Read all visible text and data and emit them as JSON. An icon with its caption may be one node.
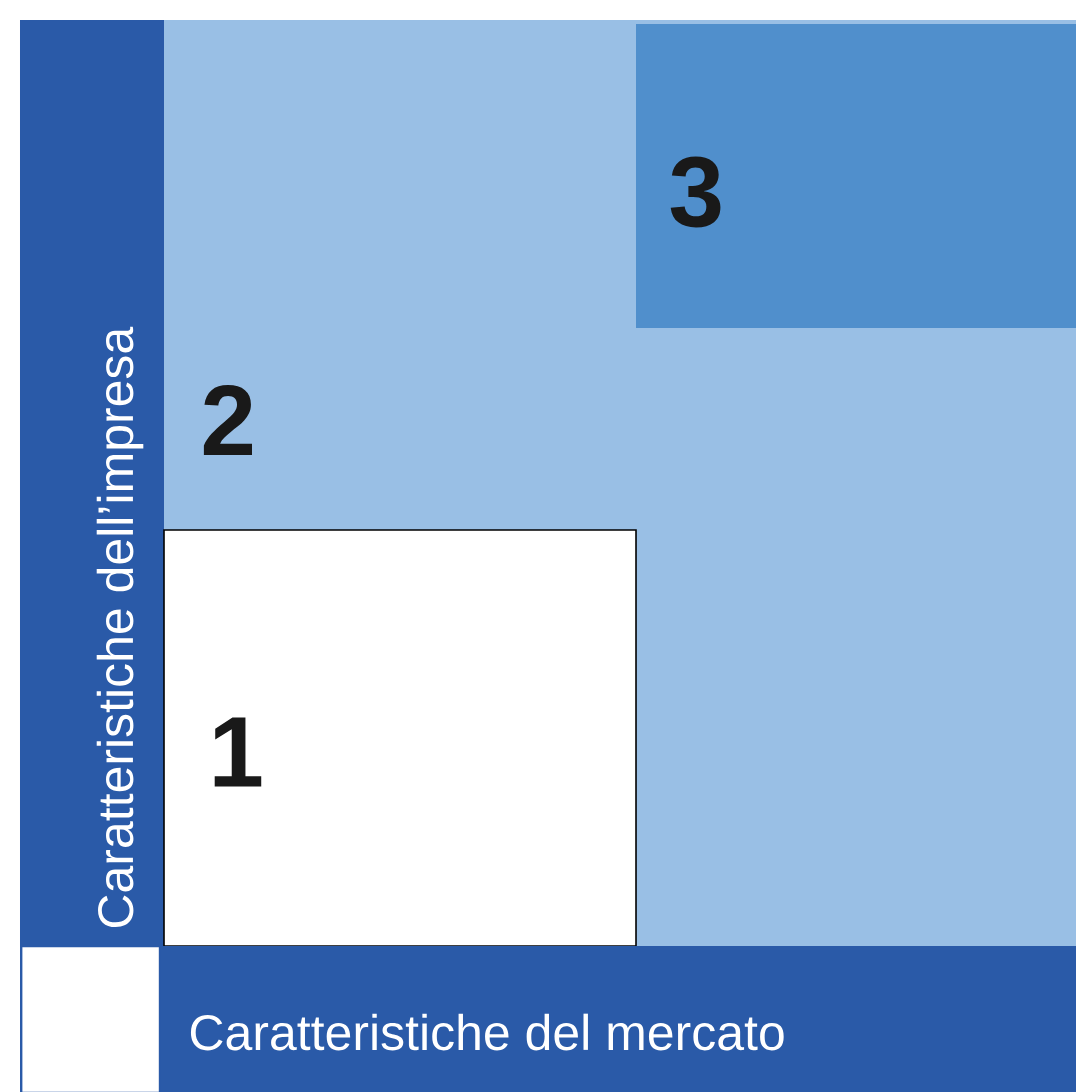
{
  "diagram": {
    "nodes": [
      {
        "text": [
          "Caratteristiche dell’impresa"
        ]
      },
      {
        "text": [
          "2"
        ]
      },
      {
        "text": [
          "3"
        ],
        "in": 1
      },
      {
        "text": [
          "1"
        ],
        "in": 1
      },
      {
        "text": [
          "Caratteristiche del mercato"
        ]
      }
    ]
  }
}
